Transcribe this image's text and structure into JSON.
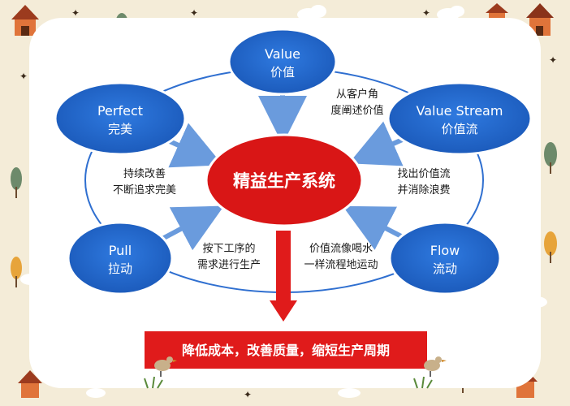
{
  "center": {
    "label": "精益生产系统"
  },
  "nodes": {
    "value": {
      "en": "Value",
      "zh": "价值"
    },
    "perfect": {
      "en": "Perfect",
      "zh": "完美"
    },
    "stream": {
      "en": "Value Stream",
      "zh": "价值流"
    },
    "pull": {
      "en": "Pull",
      "zh": "拉动"
    },
    "flow": {
      "en": "Flow",
      "zh": "流动"
    }
  },
  "notes": {
    "value": [
      "从客户角",
      "度阐述价值"
    ],
    "perfect": [
      "持续改善",
      "不断追求完美"
    ],
    "stream": [
      "找出价值流",
      "并消除浪费"
    ],
    "pull": [
      "按下工序的",
      "需求进行生产"
    ],
    "flow": [
      "价值流像喝水",
      "一样流程地运动"
    ]
  },
  "result": {
    "label": "降低成本，改善质量，缩短生产周期"
  },
  "colors": {
    "node": "#1f63c8",
    "center": "#d91616",
    "accent": "#e01b1b",
    "arrow": "#6a9bdd",
    "background": "#f4ecd8"
  }
}
